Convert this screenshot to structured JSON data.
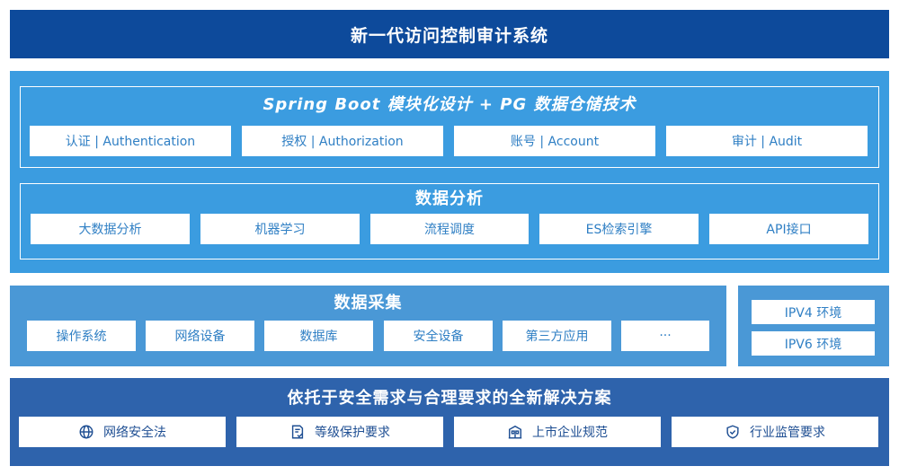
{
  "title": "新一代访问控制审计系统",
  "platform": {
    "title": "Spring Boot 模块化设计 + PG 数据仓储技术",
    "modules": [
      {
        "label": "认证 | Authentication"
      },
      {
        "label": "授权 | Authorization"
      },
      {
        "label": "账号 | Account"
      },
      {
        "label": "审计 | Audit"
      }
    ]
  },
  "analysis": {
    "title": "数据分析",
    "items": [
      {
        "label": "大数据分析"
      },
      {
        "label": "机器学习"
      },
      {
        "label": "流程调度"
      },
      {
        "label": "ES检索引擎"
      },
      {
        "label": "API接口"
      }
    ]
  },
  "collection": {
    "title": "数据采集",
    "items": [
      {
        "label": "操作系统"
      },
      {
        "label": "网络设备"
      },
      {
        "label": "数据库"
      },
      {
        "label": "安全设备"
      },
      {
        "label": "第三方应用"
      },
      {
        "label": "···"
      }
    ]
  },
  "environment": {
    "items": [
      {
        "label": "IPV4 环境"
      },
      {
        "label": "IPV6 环境"
      }
    ]
  },
  "compliance": {
    "title": "依托于安全需求与合理要求的全新解决方案",
    "items": [
      {
        "label": "网络安全法",
        "icon": "globe-icon"
      },
      {
        "label": "等级保护要求",
        "icon": "document-check-icon"
      },
      {
        "label": "上市企业规范",
        "icon": "building-icon"
      },
      {
        "label": "行业监管要求",
        "icon": "shield-icon"
      }
    ]
  },
  "colors": {
    "banner": "#0d4a9b",
    "platform": "#3b9ce0",
    "collection": "#4a98d6",
    "bottom": "#2e63ac",
    "chip_text": "#2f7fc4"
  }
}
